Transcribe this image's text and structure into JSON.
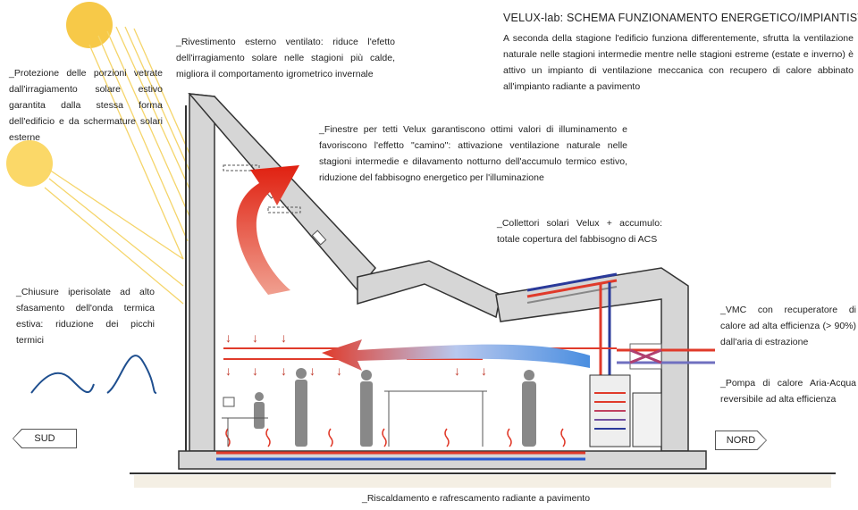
{
  "title": "VELUX-lab: SCHEMA FUNZIONAMENTO ENERGETICO/IMPIANTISTICO",
  "intro": "A seconda della stagione l'edificio funziona differentemente, sfrutta la ventilazione naturale nelle stagioni intermedie mentre nelle stagioni estreme (estate e inverno) è attivo un impianto di ventilazione meccanica con recupero di calore abbinato all'impianto radiante a pavimento",
  "notes": {
    "protezione": "_Protezione delle porzioni vetrate dall'irragiamento solare estivo garantita dalla stessa forma dell'edificio e da schermature solari esterne",
    "rivestimento": "_Rivestimento esterno ventilato: riduce l'efetto dell'irragiamento solare nelle stagioni più calde, migliora il comportamento igrometrico invernale",
    "finestre": "_Finestre per tetti Velux garantiscono ottimi valori di illuminamento e favoriscono l'effetto \"camino\": attivazione ventilazione naturale nelle stagioni intermedie e dilavamento notturno dell'accumulo termico estivo, riduzione del fabbisogno energetico per l'illuminazione",
    "collettori": "_Collettori solari Velux + accumulo: totale copertura del fabbisogno di ACS",
    "chiusure": "_Chiusure iperisolate ad alto sfasamento dell'onda termica estiva: riduzione dei picchi termici",
    "vmc": "_VMC con recuperatore di calore ad alta efficienza (> 90%) dall'aria di estrazione",
    "pompa": "_Pompa di calore Aria-Acqua reversibile ad alta efficienza",
    "riscaldamento": "_Riscaldamento e rafrescamento radiante a pavimento"
  },
  "directions": {
    "south": "SUD",
    "north": "NORD"
  },
  "colors": {
    "sun": "#f7c948",
    "warm": "#e03a2a",
    "cool": "#3b7fd8",
    "wall": "#d4d4d4"
  }
}
